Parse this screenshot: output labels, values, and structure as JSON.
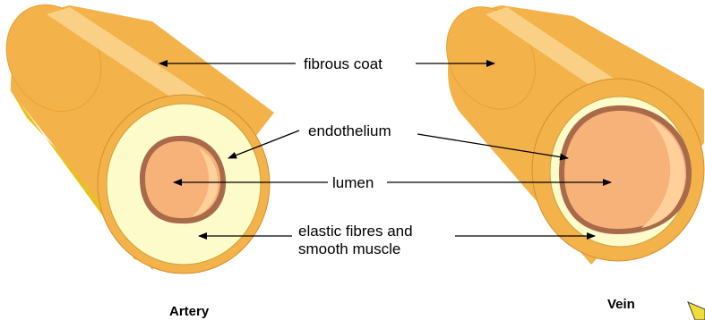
{
  "labels": {
    "fibrous_coat": "fibrous coat",
    "endothelium": "endothelium",
    "lumen": "lumen",
    "elastic_line1": "elastic fibres and",
    "elastic_line2": "smooth muscle"
  },
  "captions": {
    "artery": "Artery",
    "vein": "Vein"
  },
  "colors": {
    "outer_coat": "#f4b24a",
    "outer_coat_dark": "#e9a133",
    "highlight": "#fbd38d",
    "elastic_layer": "#fdfbc9",
    "endothelium": "#a86a4a",
    "lumen": "#f7b27a",
    "lumen_light": "#ffd09a",
    "shadow_edge": "#e8c21f"
  }
}
